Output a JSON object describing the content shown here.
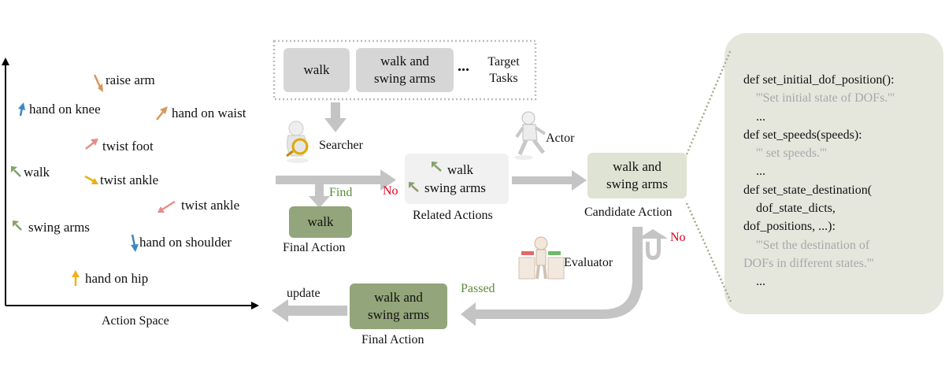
{
  "action_space": {
    "label": "Action Space",
    "items": [
      {
        "label": "raise arm",
        "color": "#d9975a"
      },
      {
        "label": "hand on knee",
        "color": "#3a87c8"
      },
      {
        "label": "hand on waist",
        "color": "#d9975a"
      },
      {
        "label": "twist foot",
        "color": "#e38d8d"
      },
      {
        "label": "walk",
        "color": "#86a06a"
      },
      {
        "label": "twist ankle",
        "color": "#e8b012"
      },
      {
        "label": "twist ankle",
        "color": "#e38d8d"
      },
      {
        "label": "swing arms",
        "color": "#86a06a"
      },
      {
        "label": "hand on shoulder",
        "color": "#3a87c8"
      },
      {
        "label": "hand on hip",
        "color": "#f2b21a"
      }
    ]
  },
  "target_tasks": {
    "tasks": [
      "walk",
      "walk and swing arms"
    ],
    "ellipsis": "...",
    "label": "Target Tasks"
  },
  "searcher": {
    "label": "Searcher"
  },
  "find_label": "Find",
  "no_label": "No",
  "final_action_top": {
    "box": "walk",
    "caption": "Final Action"
  },
  "related_actions": {
    "items": [
      "walk",
      "swing arms"
    ],
    "caption": "Related Actions"
  },
  "actor": {
    "label": "Actor"
  },
  "candidate_action": {
    "box": "walk and swing arms",
    "caption": "Candidate Action"
  },
  "evaluator": {
    "label": "Evaluator"
  },
  "passed_label": "Passed",
  "update_label": "update",
  "final_action_bottom": {
    "box": "walk and swing arms",
    "caption": "Final Action"
  },
  "code_panel": {
    "lines": [
      {
        "text": "def set_initial_dof_position():",
        "kind": "code"
      },
      {
        "text": "'''Set  initial state of DOFs.'''",
        "kind": "comment"
      },
      {
        "text": "...",
        "kind": "code"
      },
      {
        "text": "def set_speeds(speeds):",
        "kind": "code"
      },
      {
        "text": "''' set speeds.'''",
        "kind": "comment"
      },
      {
        "text": "...",
        "kind": "code"
      },
      {
        "text": "def set_state_destination(",
        "kind": "code"
      },
      {
        "text": "dof_state_dicts,",
        "kind": "code"
      },
      {
        "text": "dof_positions, ...):",
        "kind": "code"
      },
      {
        "text": "'''Set the destination of",
        "kind": "comment"
      },
      {
        "text": "DOFs in different states.'''",
        "kind": "comment"
      },
      {
        "text": "...",
        "kind": "code"
      }
    ]
  },
  "colors": {
    "arrow": "#c4c4c4",
    "green_text": "#5a8a3a",
    "no_text": "#e0001a",
    "box_green": "#93a57a"
  }
}
